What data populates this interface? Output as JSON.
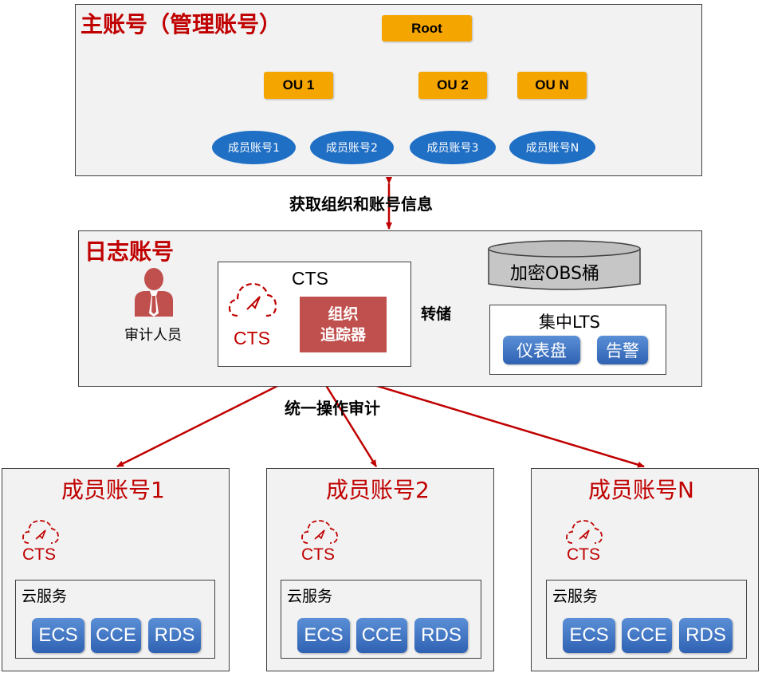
{
  "master": {
    "title": "主账号（管理账号）",
    "root": "Root",
    "ous": [
      "OU 1",
      "OU 2",
      "OU N"
    ],
    "members": [
      "成员账号1",
      "成员账号2",
      "成员账号3",
      "成员账号N"
    ]
  },
  "sync_label": "获取组织和账号信息",
  "log_account": {
    "title": "日志账号",
    "auditor": "审计人员",
    "cts_box_title": "CTS",
    "cts_icon_label": "CTS",
    "tracker": "组织\n追踪器",
    "dump_label": "转储",
    "obs": "加密OBS桶",
    "lts_title": "集中LTS",
    "lts_items": [
      "仪表盘",
      "告警"
    ]
  },
  "audit_label": "统一操作审计",
  "member_accounts": [
    {
      "title": "成员账号1",
      "cts": "CTS",
      "cloud_title": "云服务",
      "services": [
        "ECS",
        "CCE",
        "RDS"
      ]
    },
    {
      "title": "成员账号2",
      "cts": "CTS",
      "cloud_title": "云服务",
      "services": [
        "ECS",
        "CCE",
        "RDS"
      ]
    },
    {
      "title": "成员账号N",
      "cts": "CTS",
      "cloud_title": "云服务",
      "services": [
        "ECS",
        "CCE",
        "RDS"
      ]
    }
  ],
  "colors": {
    "accent_red": "#c00000",
    "ou_orange": "#f5a500",
    "member_blue": "#1f6fc5",
    "tracker_red": "#c0504d",
    "service_blue": "#3b6fc0",
    "panel_gray": "#f2f2f2"
  }
}
